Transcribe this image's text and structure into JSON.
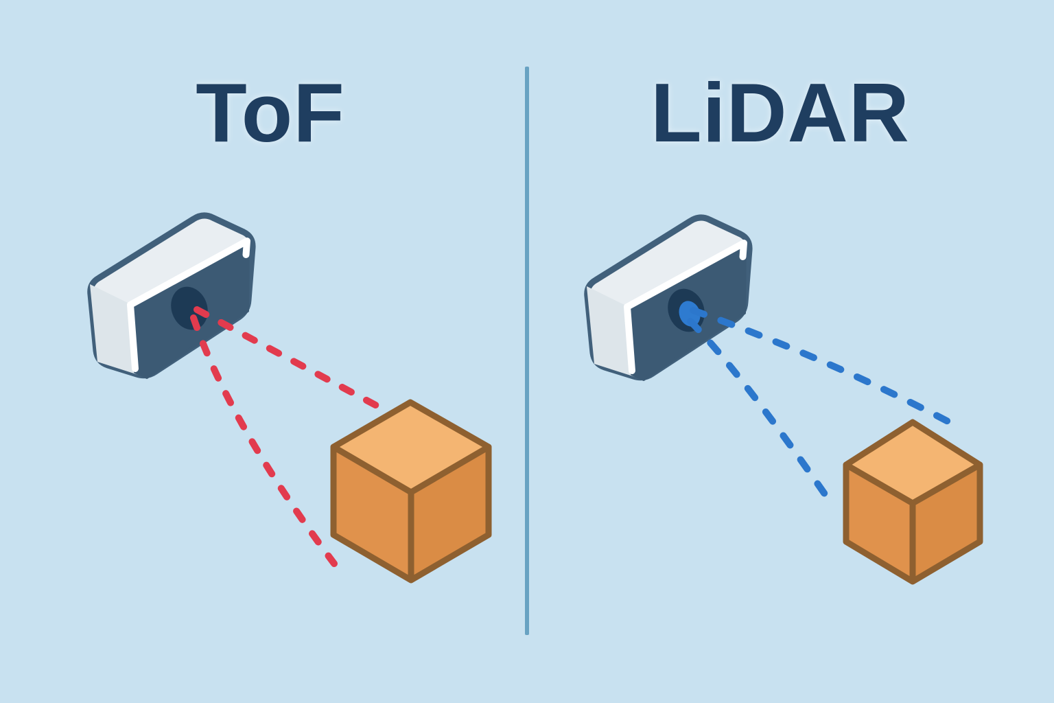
{
  "left_panel": {
    "title": "ToF",
    "sensor_icon": "tof-camera-sensor-icon",
    "beam_style": "red-dashed-beams",
    "object_icon": "orange-cube-icon"
  },
  "right_panel": {
    "title": "LiDAR",
    "sensor_icon": "lidar-camera-sensor-icon",
    "beam_style": "blue-dashed-beams",
    "object_icon": "orange-cube-icon"
  },
  "divider": {
    "icon": "vertical-divider-line"
  },
  "colors": {
    "background": "#c8e1f0",
    "title": "#1f3e60",
    "divider": "#68a2c2",
    "sensor_outline": "#41607b",
    "sensor_top": "#e9eef2",
    "sensor_side": "#dde5ea",
    "sensor_face": "#3c5a74",
    "stripe": "#ffffff",
    "lens_dark": "#1d3a55",
    "lens_blue": "#2e7bd0",
    "beam_red": "#e23b4e",
    "beam_blue": "#2c77cc",
    "cube_top": "#f4b572",
    "cube_left": "#e0924c",
    "cube_right": "#da8c45",
    "cube_edge": "#8e6030"
  }
}
